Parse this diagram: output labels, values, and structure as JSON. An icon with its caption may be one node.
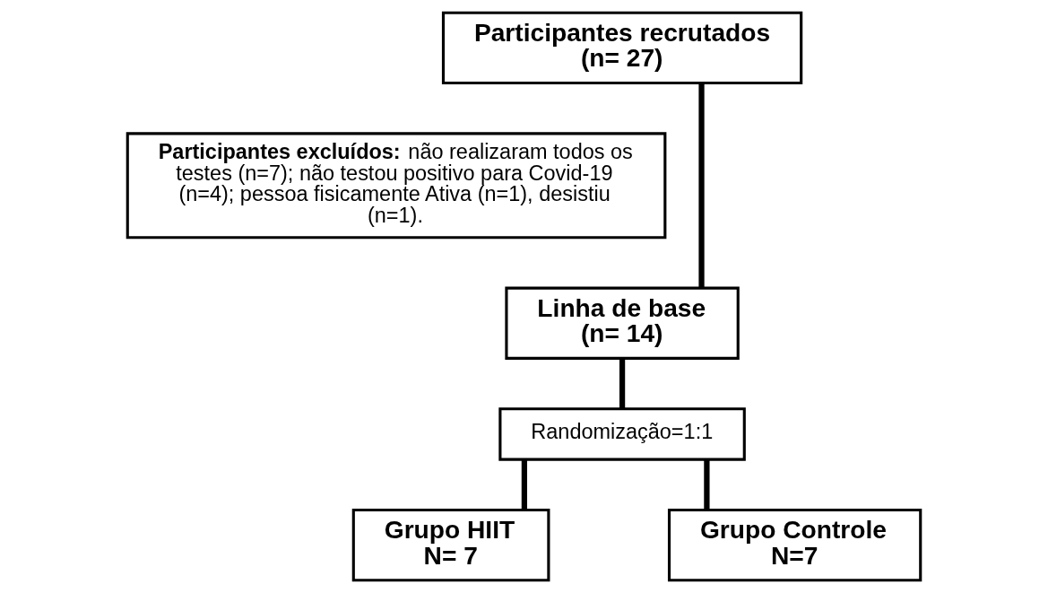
{
  "diagram": {
    "nodes": [
      {
        "text": [
          "Participantes recrutados",
          "(n= 27)"
        ]
      },
      {
        "text": [
          "**Participantes excluídos:** não realizaram todos os testes (n=7); não testou positivo para Covid-19 (n=4); pessoa fisicamente Ativa (n=1), desistiu (n=1)."
        ]
      },
      {
        "text": [
          "Linha de base",
          "(n= 14)"
        ]
      },
      {
        "text": [
          "Randomização=1:1"
        ]
      },
      {
        "text": [
          "Grupo HIIT",
          "N= 7"
        ]
      },
      {
        "text": [
          "Grupo Controle",
          "N=7"
        ]
      }
    ],
    "edges": [
      {
        "from": 0,
        "to": 2,
        "arrow": "none"
      },
      {
        "from": 2,
        "to": 3,
        "arrow": "none"
      },
      {
        "from": 3,
        "to": 4,
        "arrow": "none"
      },
      {
        "from": 3,
        "to": 5,
        "arrow": "none"
      }
    ]
  }
}
